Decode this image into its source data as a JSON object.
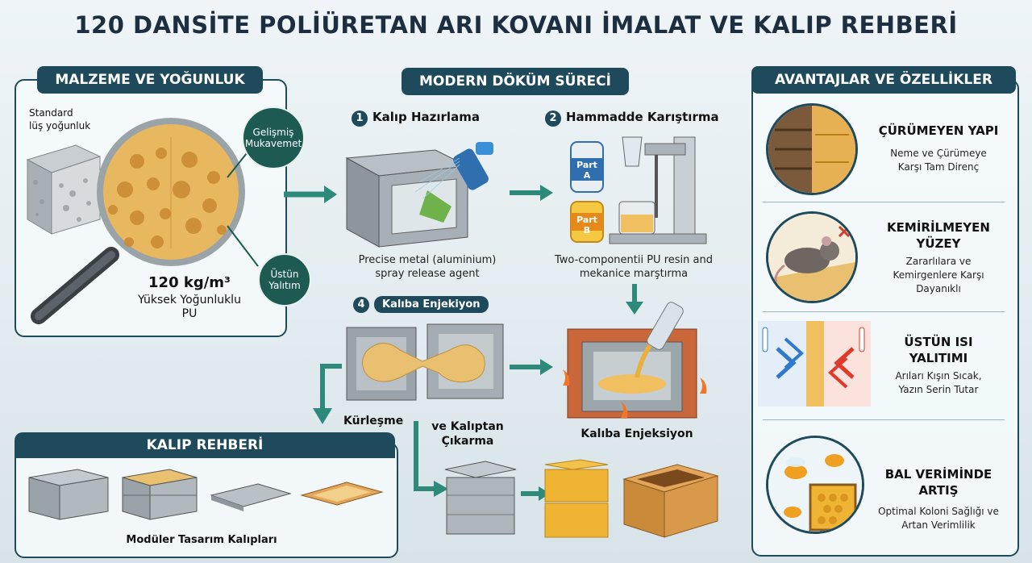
{
  "title": "120 DANSİTE POLİÜRETAN ARI KOVANI İMALAT VE KALIP REHBERİ",
  "left": {
    "header": "MALZEME VE YOĞUNLUK",
    "standard_label": "Standard\nlüş yoğunluk",
    "bubble_top": "Gelişmiş Mukavemet",
    "bubble_bottom": "Üstün Yalıtım",
    "density_value": "120 kg/m³",
    "density_desc": "Yüksek Yoğunluklu PU"
  },
  "process": {
    "header": "MODERN DÖKÜM SÜRECİ",
    "step1": {
      "num": "1",
      "label": "Kalıp Hazırlama",
      "caption": "Precise metal (aluminium) spray release agent"
    },
    "step2": {
      "num": "2",
      "label": "Hammadde Karıştırma",
      "caption": "Two-componentii PU resin and mekanice marştırma",
      "part_a": "Part A",
      "part_b": "Part B"
    },
    "step4": {
      "num": "4",
      "label": "Kalıba Enjekiyon"
    },
    "inject_caption": "Kalıba Enjeksiyon",
    "cure_label": "Kürleşme",
    "demold_label": "ve Kalıptan Çıkarma"
  },
  "mold_guide": {
    "header": "KALIP REHBERİ",
    "caption": "Modüler Tasarım Kalıpları"
  },
  "advantages": {
    "header": "AVANTAJLAR VE ÖZELLİKLER",
    "items": [
      {
        "title": "ÇÜRÜMEYEN YAPI",
        "desc": "Neme ve Çürümeye Karşı Tam Direnç",
        "icon": "wood-hive-icon"
      },
      {
        "title": "KEMİRİLMEYEN YÜZEY",
        "desc": "Zararlılara ve Kemirgenlere Karşı Dayanıklı",
        "icon": "rodent-icon"
      },
      {
        "title": "ÜSTÜN ISI YALITIMI",
        "desc": "Arıları Kışın Sıcak, Yazın Serin Tutar",
        "icon": "thermal-icon"
      },
      {
        "title": "BAL VERİMİNDE ARTIŞ",
        "desc": "Optimal Koloni Sağlığı ve Artan Verimlilik",
        "icon": "bees-icon"
      }
    ]
  },
  "colors": {
    "primary": "#1f4a5c",
    "accent": "#1d5a52",
    "arrow": "#2d8a7a",
    "foam": "#e8b860",
    "wood": "#d49a4a"
  }
}
